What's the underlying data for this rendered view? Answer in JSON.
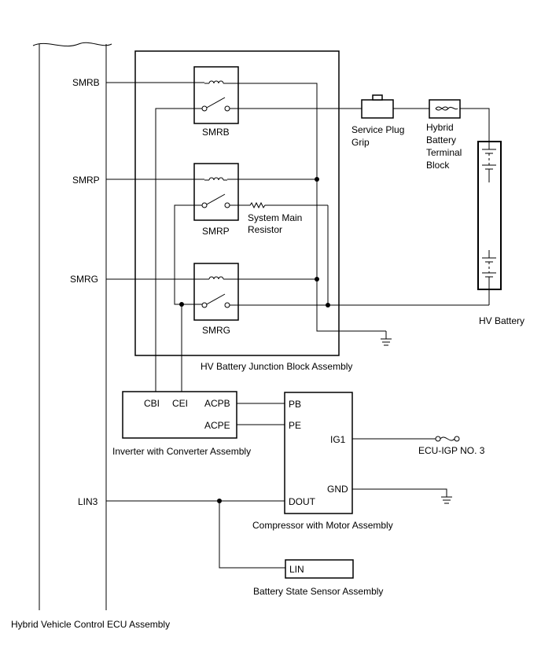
{
  "ecu": {
    "name": "Hybrid Vehicle Control ECU Assembly",
    "pins": {
      "smrb": "SMRB",
      "smrp": "SMRP",
      "smrg": "SMRG",
      "lin3": "LIN3"
    }
  },
  "junction_block": {
    "name": "HV Battery Junction Block Assembly",
    "relays": {
      "smrb": "SMRB",
      "smrp": "SMRP",
      "smrg": "SMRG"
    },
    "resistor": {
      "line1": "System Main",
      "line2": "Resistor"
    }
  },
  "service_plug": {
    "line1": "Service Plug",
    "line2": "Grip"
  },
  "terminal_block": {
    "line1": "Hybrid",
    "line2": "Battery",
    "line3": "Terminal",
    "line4": "Block"
  },
  "hv_battery": {
    "name": "HV Battery"
  },
  "inverter": {
    "name": "Inverter with Converter Assembly",
    "pins": {
      "cbi": "CBI",
      "cei": "CEI",
      "acpb": "ACPB",
      "acpe": "ACPE"
    }
  },
  "compressor": {
    "name": "Compressor with Motor Assembly",
    "pins": {
      "pb": "PB",
      "pe": "PE",
      "ig1": "IG1",
      "gnd": "GND",
      "dout": "DOUT"
    }
  },
  "ecu_igp": {
    "name": "ECU-IGP NO. 3"
  },
  "battery_sensor": {
    "name": "Battery State Sensor Assembly",
    "pin": "LIN"
  }
}
